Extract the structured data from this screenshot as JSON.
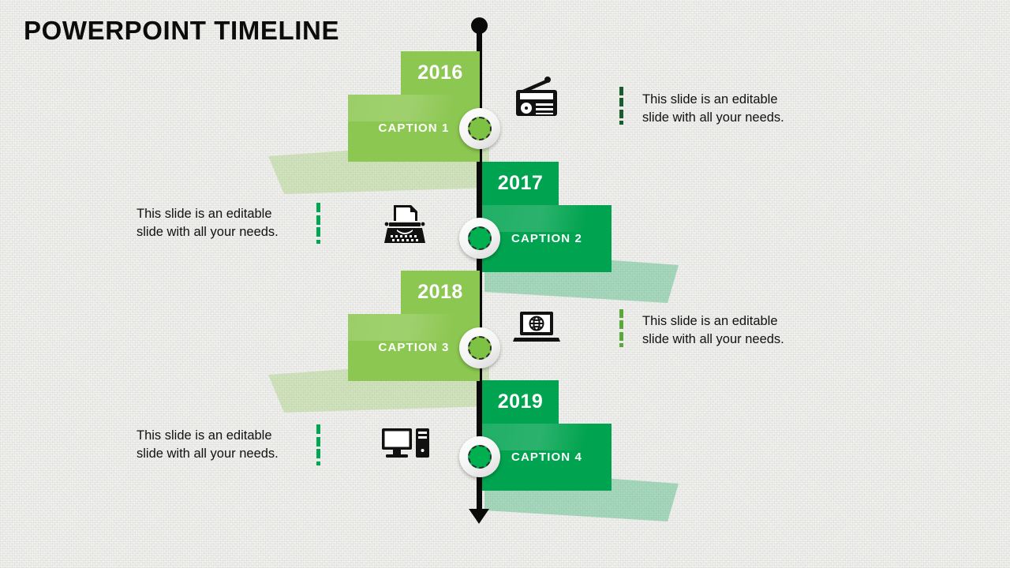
{
  "slide": {
    "title": "POWERPOINT TIMELINE",
    "background_color": "#f2f2f0",
    "axis_color": "#0a0a0a"
  },
  "palette": {
    "light_green": "#8cc751",
    "dark_green": "#00a34f",
    "light_green_ribbon": "#8cc751",
    "dark_green_ribbon": "#00a34f",
    "dash_dark": "#1a5c2e",
    "dash_bright": "#00a651",
    "text_color": "#111111",
    "title_color": "#0c0c0c",
    "box_text_color": "#ffffff"
  },
  "items": [
    {
      "year": "2016",
      "caption": "CAPTION 1",
      "description": "This slide is an editable\nslide with all your needs.",
      "icon": "radio-icon",
      "side": "left",
      "color": "#8cc751",
      "dash_color": "#1a5c2e"
    },
    {
      "year": "2017",
      "caption": "CAPTION 2",
      "description": "This slide is an editable\nslide with all your needs.",
      "icon": "typewriter-icon",
      "side": "right",
      "color": "#00a34f",
      "dash_color": "#00a651"
    },
    {
      "year": "2018",
      "caption": "CAPTION 3",
      "description": "This slide is an editable\nslide with all your needs.",
      "icon": "laptop-globe-icon",
      "side": "left",
      "color": "#8cc751",
      "dash_color": "#5aa83c"
    },
    {
      "year": "2019",
      "caption": "CAPTION 4",
      "description": "This slide is an editable\nslide with all your needs.",
      "icon": "desktop-computer-icon",
      "side": "right",
      "color": "#00a34f",
      "dash_color": "#00a651"
    }
  ]
}
